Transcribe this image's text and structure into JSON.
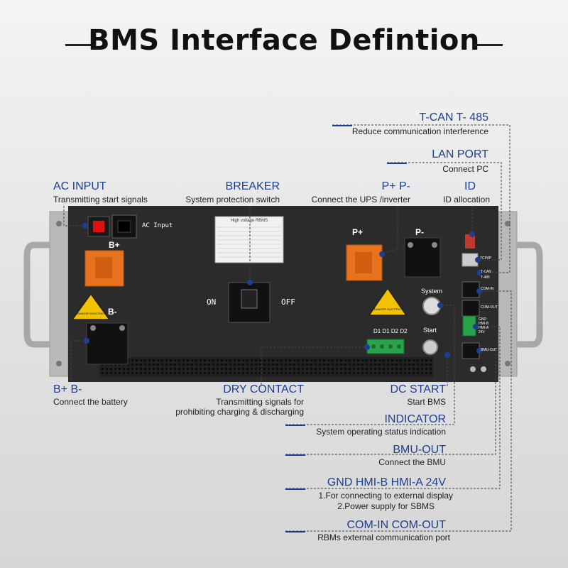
{
  "title": "BMS Interface Defintion",
  "callouts": {
    "tcan": {
      "label": "T-CAN T- 485",
      "desc": "Reduce communication interference"
    },
    "lan": {
      "label": "LAN PORT",
      "desc": "Connect PC"
    },
    "ac": {
      "label": "AC INPUT",
      "desc": "Transmitting start signals"
    },
    "breaker": {
      "label": "BREAKER",
      "desc": "System protection switch"
    },
    "pp": {
      "label": "P+ P-",
      "desc": "Connect the UPS /inverter"
    },
    "id": {
      "label": "ID",
      "desc": "ID allocation"
    },
    "bb": {
      "label": "B+ B-",
      "desc": "Connect the battery"
    },
    "dry": {
      "label": "DRY CONTACT",
      "desc1": "Transmitting signals for",
      "desc2": "prohibiting charging & discharging"
    },
    "dcstart": {
      "label": "DC START",
      "desc": "Start BMS"
    },
    "indicator": {
      "label": "INDICATOR",
      "desc": "System operating status indication"
    },
    "bmu": {
      "label": "BMU-OUT",
      "desc": "Connect the BMU"
    },
    "gnd": {
      "label": "GND HMI-B HMI-A 24V",
      "desc1": "1.For connecting to external display",
      "desc2": "2.Power supply for SBMS"
    },
    "com": {
      "label": "COM-IN COM-OUT",
      "desc": "RBMs external communication port"
    }
  },
  "panel": {
    "ac_input": "AC Input",
    "bplus": "B+",
    "bminus": "B-",
    "pplus": "P+",
    "pminus": "P-",
    "on": "ON",
    "off": "OFF",
    "system": "System",
    "start": "Start",
    "dry_pins": "D1 D1 D2 D2",
    "danger": "DANGER ELECTRIC",
    "nameplate_title": "High voltage RBMS",
    "port_tcp": "TCP/IP",
    "port_tcan": "T-CAN",
    "port_t485": "T-485",
    "port_comin": "COM-IN",
    "port_comout": "COM-OUT",
    "port_gnd": "GND",
    "port_hmib": "HMI-B",
    "port_hmia": "HMI-A",
    "port_24v": "24V",
    "port_bmuout": "BMU-OUT"
  },
  "colors": {
    "accent": "#1c3f94",
    "orange": "#e8731e",
    "panel": "#2b2b2b"
  }
}
